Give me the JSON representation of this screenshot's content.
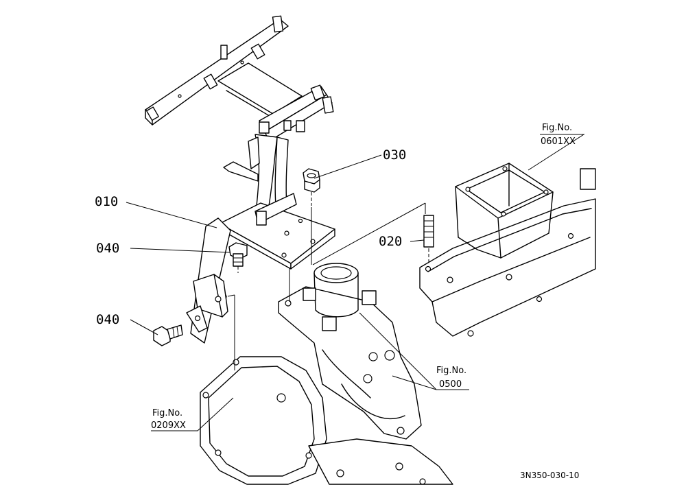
{
  "callouts": {
    "p010": "010",
    "p020": "020",
    "p030": "030",
    "p040_upper": "040",
    "p040_lower": "040"
  },
  "fig_refs": {
    "manifold": {
      "prefix": "Fig.No.",
      "number": "0601XX"
    },
    "pump": {
      "prefix": "Fig.No.",
      "number": "0500"
    },
    "gear_case": {
      "prefix": "Fig.No.",
      "number": "0209XX"
    }
  },
  "drawing_code": "3N350-030-10"
}
